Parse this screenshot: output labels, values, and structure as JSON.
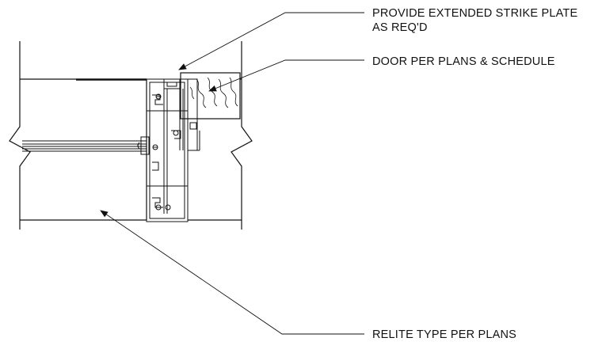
{
  "callouts": {
    "strike_plate": {
      "line1": "PROVIDE EXTENDED STRIKE PLATE",
      "line2": "AS REQ'D"
    },
    "door": "DOOR PER PLANS & SCHEDULE",
    "relite": "RELITE TYPE PER PLANS"
  },
  "colors": {
    "linework": "#111111",
    "background": "#ffffff"
  }
}
